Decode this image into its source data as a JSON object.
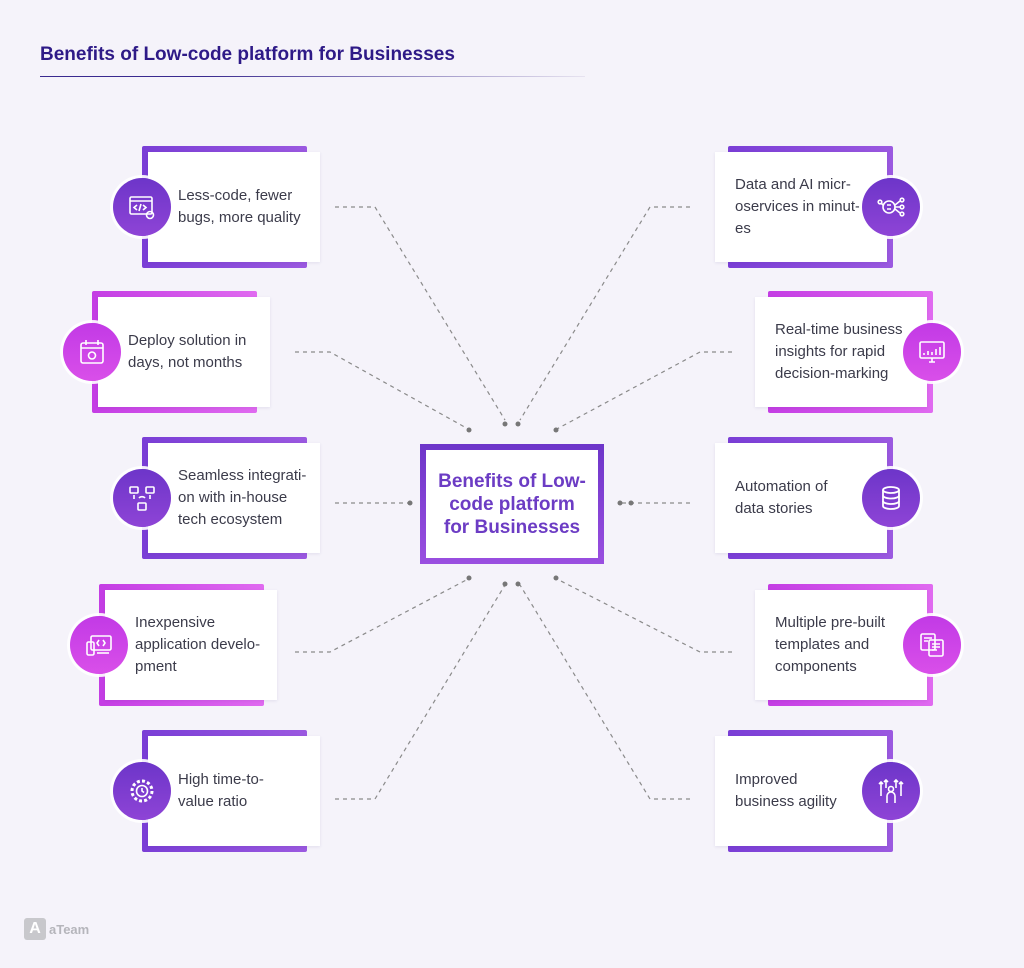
{
  "page": {
    "title": "Benefits of Low-code platform for Businesses"
  },
  "center": {
    "label": "Benefits of Low-\ncode platform\nfor Businesses"
  },
  "left_items": [
    {
      "text": "Less-code, fewer\nbugs, more quality",
      "icon": "code-window-gear-icon"
    },
    {
      "text": "Deploy solution in\ndays, not months",
      "icon": "calendar-gear-icon"
    },
    {
      "text": "Seamless integrati-\non with in-house\ntech ecosystem",
      "icon": "connected-devices-icon"
    },
    {
      "text": "Inexpensive\napplication develo-\npment",
      "icon": "app-development-icon"
    },
    {
      "text": "High time-to-\nvalue ratio",
      "icon": "gear-clock-icon"
    }
  ],
  "right_items": [
    {
      "text": "Data and AI micr-\noservices in minut-\nes",
      "icon": "ai-brain-network-icon"
    },
    {
      "text": "Real-time business\ninsights for rapid\ndecision-marking",
      "icon": "monitor-chart-icon"
    },
    {
      "text": "Automation of\ndata stories",
      "icon": "database-icon"
    },
    {
      "text": "Multiple pre-built\ntemplates and\ncomponents",
      "icon": "templates-icon"
    },
    {
      "text": "Improved\nbusiness agility",
      "icon": "person-arrows-icon"
    }
  ],
  "logo": {
    "mark": "A",
    "text": "aTeam"
  },
  "colors": {
    "title": "#2e1a87",
    "purple": "#7a3ed6",
    "magenta": "#c43de4",
    "center_text": "#6c3cc4"
  }
}
